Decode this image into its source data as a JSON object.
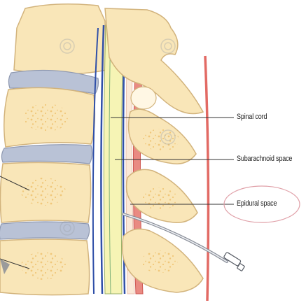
{
  "labels": {
    "spinal_cord": "Spinal cord",
    "subarachnoid_space": "Subarachnoid space",
    "epidural_space": "Epidural space"
  },
  "colors": {
    "bone": "#f9e6b8",
    "bone_outline": "#d2b37c",
    "bone_speckle": "#f2cf86",
    "disc": "#b9c2d6",
    "dura_red": "#e26a64",
    "spinal_cord": "#f6f4b5",
    "nerve_blue": "#2f4fa8",
    "highlight_ellipse": "#e0a0a8"
  },
  "icons": [
    "watermark-swirl-icon"
  ]
}
